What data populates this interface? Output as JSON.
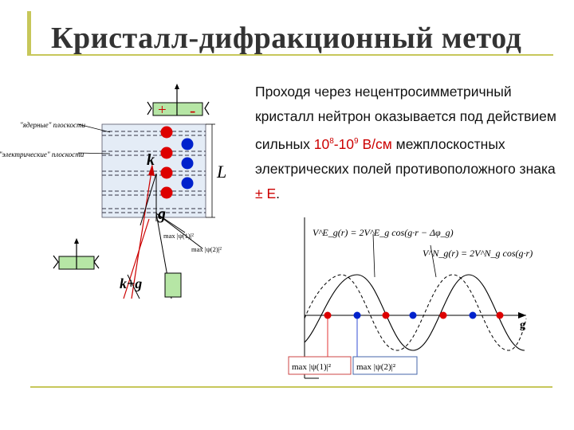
{
  "slide": {
    "title": "Кристалл-дифракционный метод",
    "paragraph": {
      "p1": "Проходя через нецентросимметричный кристалл нейтрон оказывается под действием сильных ",
      "field_base1": "10",
      "field_exp1": "8",
      "field_dash": "-",
      "field_base2": "10",
      "field_exp2": "9",
      "field_unit": " В/см",
      "p2": " межплоскостных электрических полей противоположного знака ",
      "sign": "± E",
      "p3": "."
    }
  },
  "left_diagram": {
    "plus_label": "+",
    "minus_label": "-",
    "nuclear_planes_label": "\"ядерные\" плоскости",
    "electric_planes_label": "\"электрические\" плоскости",
    "k_label": "k",
    "g_label": "g",
    "kg_label": "k+g",
    "L_label": "L",
    "max_psi1": "max |ψ(1)|²",
    "max_psi2": "max |ψ(2)|²"
  },
  "right_diagram": {
    "formula_E": "V^E_g(r) = 2V^E_g cos(g·r − Δφ_g)",
    "formula_N": "V^N_g(r) = 2V^N_g cos(g·r)",
    "g_axis_label": "g",
    "legend_max1": "max |ψ(1)|²",
    "legend_max2": "max |ψ(2)|²"
  },
  "colors": {
    "accent": "#c7c75a",
    "red_atom": "#dd0000",
    "blue_atom": "#0022cc",
    "field_red": "#cc0000"
  }
}
